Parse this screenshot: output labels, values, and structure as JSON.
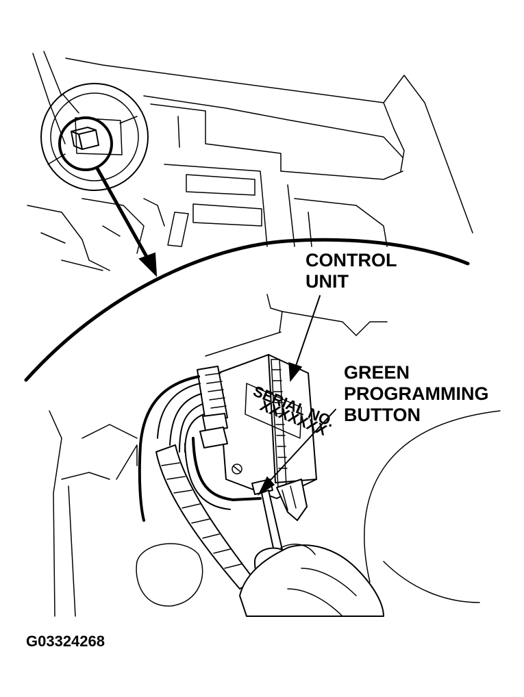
{
  "figure_id": "G03324268",
  "labels": {
    "control_unit": [
      "CONTROL",
      "UNIT"
    ],
    "green_button": [
      "GREEN",
      "PROGRAMMING",
      "BUTTON"
    ],
    "unit_sticker": [
      "SERIAL NO.",
      "XXXXXXX"
    ]
  },
  "colors": {
    "ink": "#000000",
    "paper": "#ffffff"
  }
}
